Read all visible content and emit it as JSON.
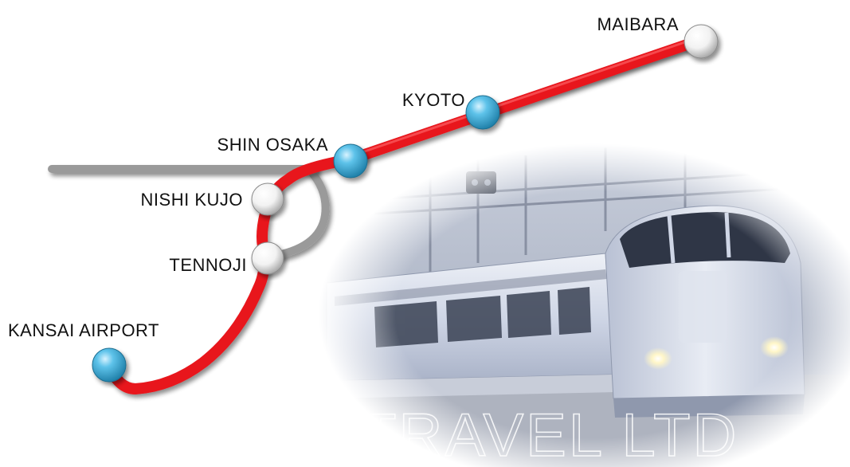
{
  "route": {
    "colors": {
      "route_line": "#e8141b",
      "side_line": "#9a9a9a",
      "major_station": "#5ec3ea",
      "minor_station": "#f2f2f2"
    },
    "stations": [
      {
        "key": "maibara",
        "name": "MAIBARA",
        "kind": "minor"
      },
      {
        "key": "kyoto",
        "name": "KYOTO",
        "kind": "major"
      },
      {
        "key": "shin-osaka",
        "name": "SHIN OSAKA",
        "kind": "major"
      },
      {
        "key": "nishi-kujo",
        "name": "NISHI KUJO",
        "kind": "minor"
      },
      {
        "key": "tennoji",
        "name": "TENNOJI",
        "kind": "minor"
      },
      {
        "key": "kansai-airport",
        "name": "KANSAI AIRPORT",
        "kind": "major"
      }
    ]
  },
  "photo": {
    "subject": "train-photo",
    "body_color": "#cfd6e6"
  },
  "watermark": {
    "text": "©JHN TRAVEL LTD"
  }
}
